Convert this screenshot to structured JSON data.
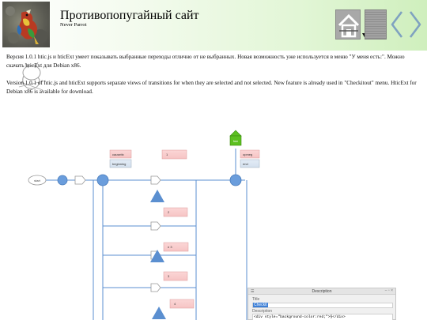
{
  "header": {
    "title": "Противопопугайный сайт",
    "subtitle": "Never Parrot"
  },
  "nav": {
    "home_icon": "home-icon",
    "bar_icon": "progress-bar-icon",
    "prev_icon": "chevron-left-icon",
    "next_icon": "chevron-right-icon"
  },
  "content": {
    "paragraph_ru": "Версия 1.0.1 htic.js и hticExt умеет показывать выбранные переходы отлично от не выбранных. Новая возможность уже используется в меню \"У меня есть:\". Можно скачать hticExt для Debian x86.",
    "paragraph_en": "Version 1.0.1 of htic.js and hticExt supports separate views of transitions for when they are selected and not selected. New feature is already used in \"Checkitout\" menu. HticExt for Debian x86 is available for download."
  },
  "diagram": {
    "start_label": "start",
    "notes": {
      "n1": "causeitx",
      "n2": "beginning",
      "n3": "1",
      "n4": "2",
      "n5": "n 3",
      "n6": "3",
      "n7": "4",
      "n8": "opmeg",
      "n9": "end",
      "home_label": "free"
    }
  },
  "panel": {
    "title": "Description",
    "title_label": "Title",
    "title_value": "Checkit",
    "desc_label": "Description",
    "desc_value": "<div style=\"background-color:red;\">§</div>"
  }
}
